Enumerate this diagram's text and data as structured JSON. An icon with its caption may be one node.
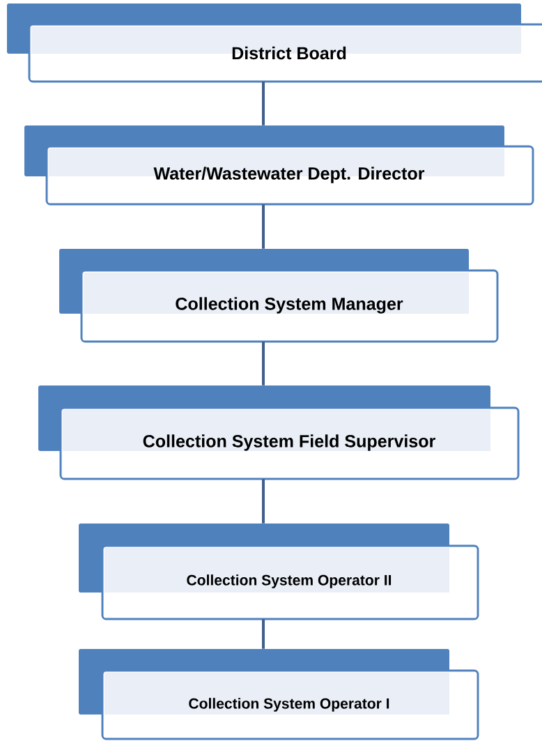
{
  "diagram": {
    "nodes": [
      {
        "text": [
          "District Board"
        ]
      },
      {
        "text": [
          "Water/Wastewater Dept. Director"
        ]
      },
      {
        "text": [
          "Collection System Manager"
        ]
      },
      {
        "text": [
          "Collection System Field Supervisor"
        ]
      },
      {
        "text": [
          "Collection System Operator II"
        ]
      },
      {
        "text": [
          "Collection System Operator I"
        ]
      }
    ],
    "edges": [
      {
        "from": 0,
        "to": 1,
        "arrow": "none"
      },
      {
        "from": 1,
        "to": 2,
        "arrow": "none"
      },
      {
        "from": 2,
        "to": 3,
        "arrow": "none"
      },
      {
        "from": 3,
        "to": 4,
        "arrow": "none"
      },
      {
        "from": 4,
        "to": 5,
        "arrow": "none"
      }
    ]
  }
}
